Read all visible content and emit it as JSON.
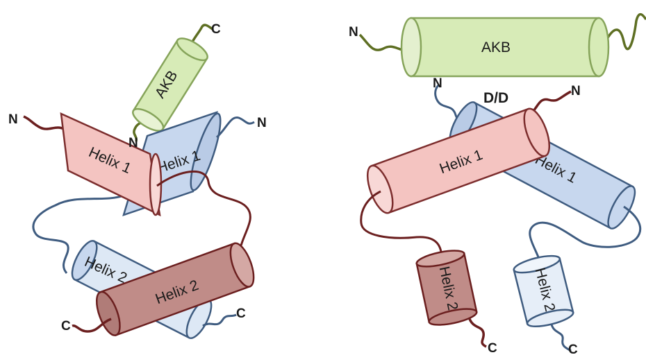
{
  "colors": {
    "akb_fill": "#d7ebb7",
    "akb_stroke": "#86a45a",
    "red_fill": "#f4c4c1",
    "red_stroke": "#7c2d2d",
    "red2_fill": "#c08c88",
    "blue_fill": "#c7d7ee",
    "blue_stroke": "#3f5c80",
    "blue_light_fill": "#dde8f5",
    "green_tail": "#5e6f23",
    "red_tail": "#6b1f1f",
    "blue_tail": "#2f4f6f"
  },
  "left_panel": {
    "akb": "AKB",
    "helix1_red": "Helix 1",
    "helix1_blue": "Helix 1",
    "helix2_blue": "Helix 2",
    "helix2_red": "Helix 2",
    "akb_n": "N",
    "akb_c": "C",
    "red_n": "N",
    "blue_n": "N",
    "red_c": "C",
    "blue_c": "C"
  },
  "right_panel": {
    "akb": "AKB",
    "dd": "D/D",
    "helix1_red": "Helix 1",
    "helix1_blue": "Helix 1",
    "helix2_red": "Helix 2",
    "helix2_blue": "Helix 2",
    "akb_n": "N",
    "blue_n": "N",
    "red_n": "N",
    "red_c": "C",
    "blue_c": "C"
  }
}
